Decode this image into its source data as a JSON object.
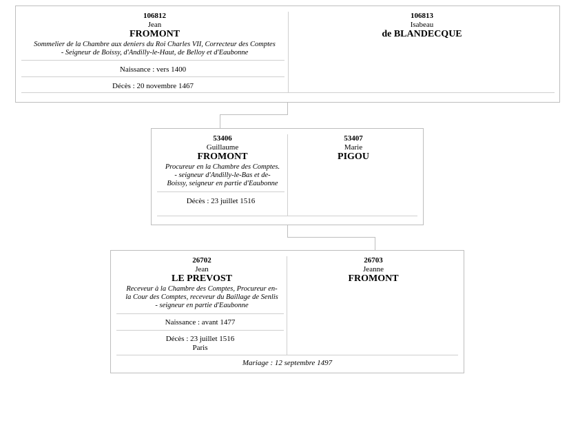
{
  "generations": [
    {
      "husband": {
        "sosa": "106812",
        "given": "Jean",
        "surname": "FROMONT",
        "occupation_lines": [
          "Sommelier de la Chambre aux deniers du Roi Charles VII, Correcteur des Comptes",
          "- Seigneur de Boissy,  d'Andilly-le-Haut, de Belloy et d'Eaubonne"
        ],
        "birth": "Naissance : vers 1400",
        "death": "Décès : 20 novembre 1467"
      },
      "wife": {
        "sosa": "106813",
        "given": "Isabeau",
        "surname": "de BLANDECQUE"
      }
    },
    {
      "husband": {
        "sosa": "53406",
        "given": "Guillaume",
        "surname": "FROMONT",
        "occupation_lines": [
          "Procureur en la Chambre des Comptes.",
          "- seigneur d'Andilly-le-Bas et de-",
          "Boissy, seigneur en partie d'Eaubonne"
        ],
        "death": "Décès : 23 juillet 1516"
      },
      "wife": {
        "sosa": "53407",
        "given": "Marie",
        "surname": "PIGOU"
      }
    },
    {
      "husband": {
        "sosa": "26702",
        "given": "Jean",
        "surname": "LE PREVOST",
        "occupation_lines": [
          "Receveur à la Chambre des Comptes, Procureur en-",
          "la Cour des Comptes, receveur du Baillage de Senlis",
          "- seigneur en partie d'Eaubonne"
        ],
        "birth": "Naissance : avant 1477",
        "death": "Décès : 23 juillet 1516",
        "death_place": "Paris"
      },
      "wife": {
        "sosa": "26703",
        "given": "Jeanne",
        "surname": "FROMONT"
      },
      "marriage": "Mariage : 12 septembre 1497"
    }
  ]
}
